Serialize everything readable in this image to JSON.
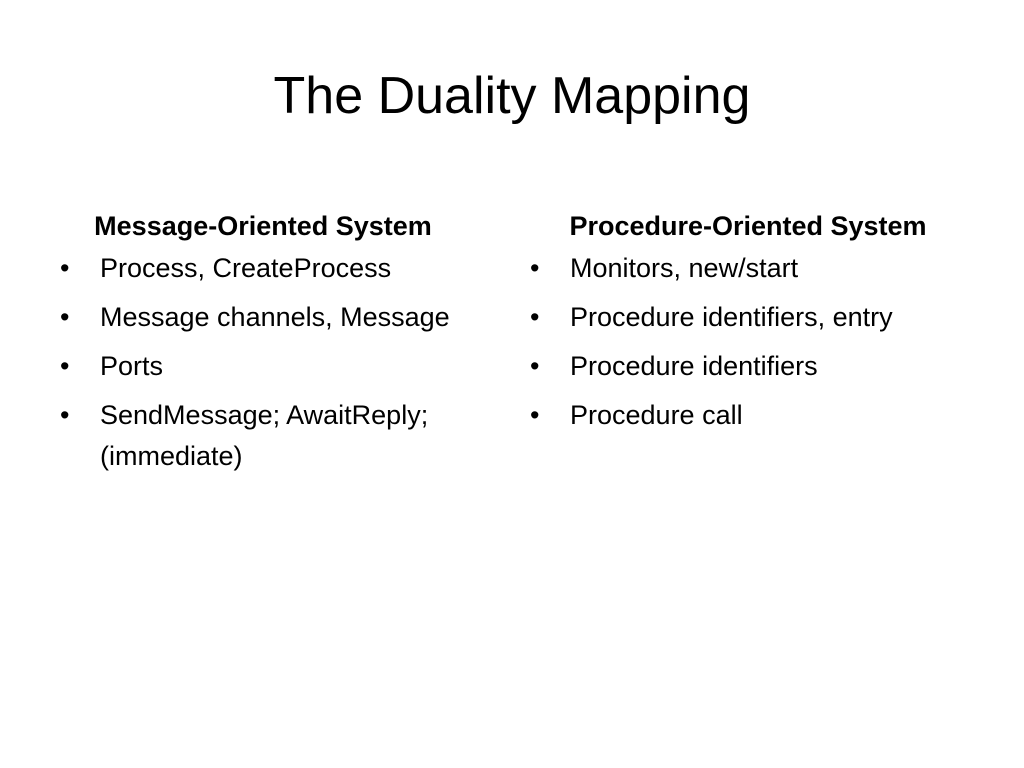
{
  "slide": {
    "title": "The Duality Mapping",
    "left_column": {
      "heading": "Message-Oriented System",
      "items": [
        "Process, CreateProcess",
        "Message channels, Message",
        "Ports",
        "SendMessage; AwaitReply; (immediate)"
      ]
    },
    "right_column": {
      "heading": "Procedure-Oriented System",
      "items": [
        "Monitors, new/start",
        "Procedure identifiers, entry",
        "Procedure identifiers",
        "Procedure call"
      ]
    },
    "bullet_glyph": "•"
  }
}
